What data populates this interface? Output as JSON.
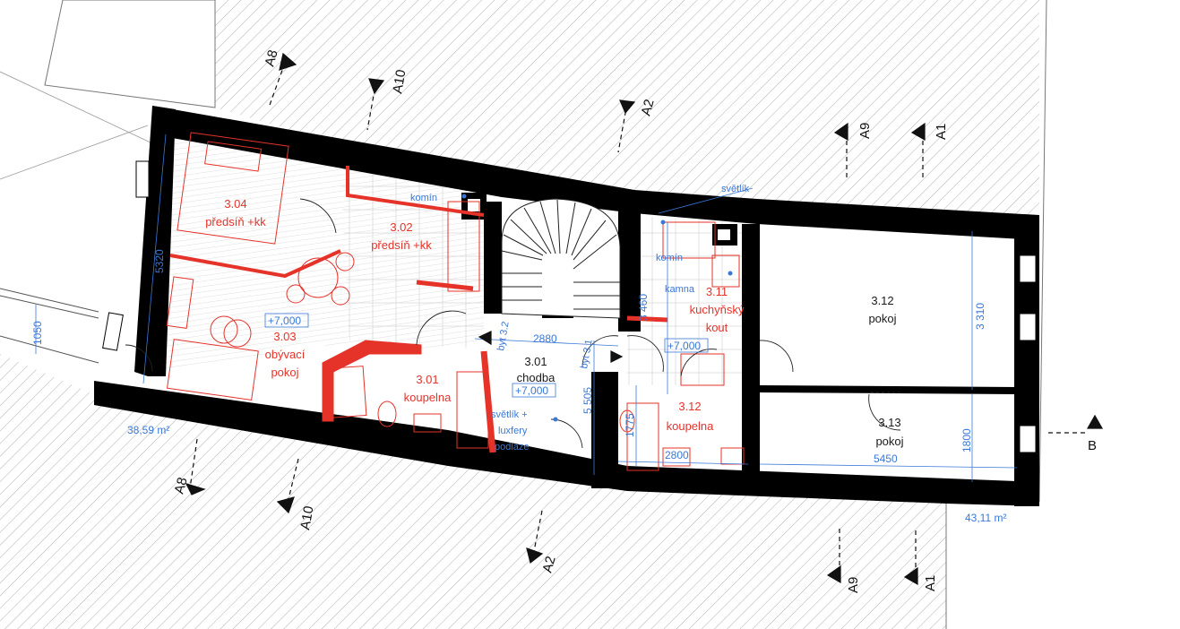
{
  "rooms": {
    "r304": {
      "num": "3.04",
      "name": "předsíň +kk"
    },
    "r302": {
      "num": "3.02",
      "name": "předsíň +kk"
    },
    "r303": {
      "num": "3.03",
      "name1": "obývací",
      "name2": "pokoj"
    },
    "r301k": {
      "num": "3.01",
      "name": "koupelna"
    },
    "r301c": {
      "num": "3.01",
      "name": "chodba"
    },
    "r311": {
      "num": "3.11",
      "name1": "kuchyňský",
      "name2": "kout"
    },
    "r312k": {
      "num": "3.12",
      "name": "koupelna"
    },
    "r312p": {
      "num": "3.12",
      "name": "pokoj"
    },
    "r313": {
      "num": "3.13",
      "name": "pokoj"
    }
  },
  "levels": {
    "a": "+7,000",
    "b": "+7,000",
    "c": "+7,000"
  },
  "notes": {
    "komin1": "komín",
    "komin2": "komín",
    "svetlik1": "světlík",
    "svetlik2a": "světlík +",
    "svetlik2b": "luxfery",
    "svetlik2c": "podlaze",
    "kamna": "kamna",
    "byt32": "byt 3.2",
    "byt31": "byt 3.1"
  },
  "dimensions": {
    "d5320": "5320",
    "d1050": "1050",
    "d2880": "2880",
    "d5505": "5 505",
    "d3460": "3 460",
    "d1775": "1775",
    "d2800": "2800",
    "d3310": "3 310",
    "d1800": "1800",
    "d5450": "5450"
  },
  "areas": {
    "left": "38,59 m²",
    "right": "43,11 m²"
  },
  "sections": {
    "a8top": "A8",
    "a10top": "A10",
    "a2top": "A2",
    "a9top": "A9",
    "a1top": "A1",
    "a8bot": "A8",
    "a10bot": "A10",
    "a2bot": "A2",
    "a9bot": "A9",
    "a1bot": "A1",
    "b": "B"
  },
  "colors": {
    "wall": "#000000",
    "furniture": "#e5332a",
    "dimension": "#3a78d8",
    "hatch": "#9a9a9a"
  }
}
